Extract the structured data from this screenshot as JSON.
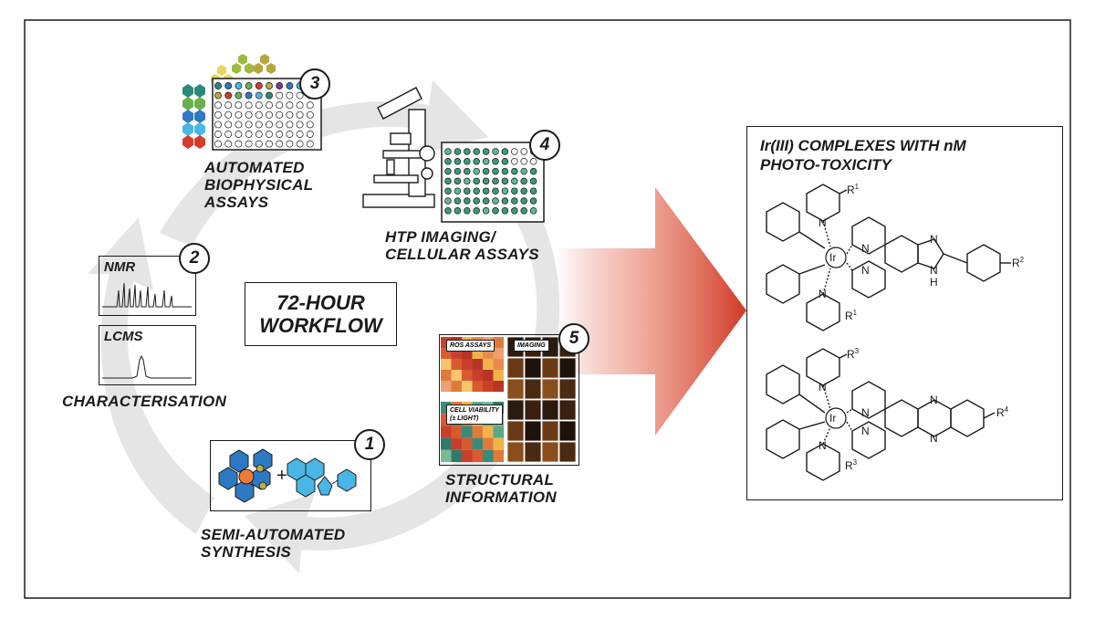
{
  "center": {
    "line1": "72-HOUR",
    "line2": "WORKFLOW"
  },
  "steps": [
    {
      "number": "1",
      "label_lines": [
        "SEMI-AUTOMATED",
        "SYNTHESIS"
      ]
    },
    {
      "number": "2",
      "label_lines": [
        "CHARACTERISATION"
      ],
      "panels": [
        "NMR",
        "LCMS"
      ]
    },
    {
      "number": "3",
      "label_lines": [
        "AUTOMATED",
        "BIOPHYSICAL",
        "ASSAYS"
      ]
    },
    {
      "number": "4",
      "label_lines": [
        "HTP IMAGING/",
        "CELLULAR ASSAYS"
      ]
    },
    {
      "number": "5",
      "label_lines": [
        "STRUCTURAL",
        "INFORMATION"
      ],
      "panels": [
        "ROS ASSAYS",
        "IMAGING",
        "CELL VIABILITY",
        "(± LIGHT)"
      ]
    }
  ],
  "result": {
    "title_lines": [
      "Ir(III) COMPLEXES WITH nM",
      "PHOTO-TOXICITY"
    ],
    "metal": "Ir",
    "structure1_labels": {
      "r1": "R",
      "r1_sup": "1",
      "r2": "R",
      "r2_sup": "2",
      "nh": "N",
      "h": "H"
    },
    "structure2_labels": {
      "r3": "R",
      "r3_sup": "3",
      "r4": "R",
      "r4_sup": "4"
    },
    "atom_n": "N",
    "plus": "+"
  },
  "colors": {
    "cycle_arrow": "#e5e5e5",
    "big_arrow": "#d9402a",
    "hex_blue": "#2f86c8",
    "hex_light_blue": "#48b4e8",
    "plate_green": "#3a9a7a",
    "red": "#d63a2a"
  }
}
